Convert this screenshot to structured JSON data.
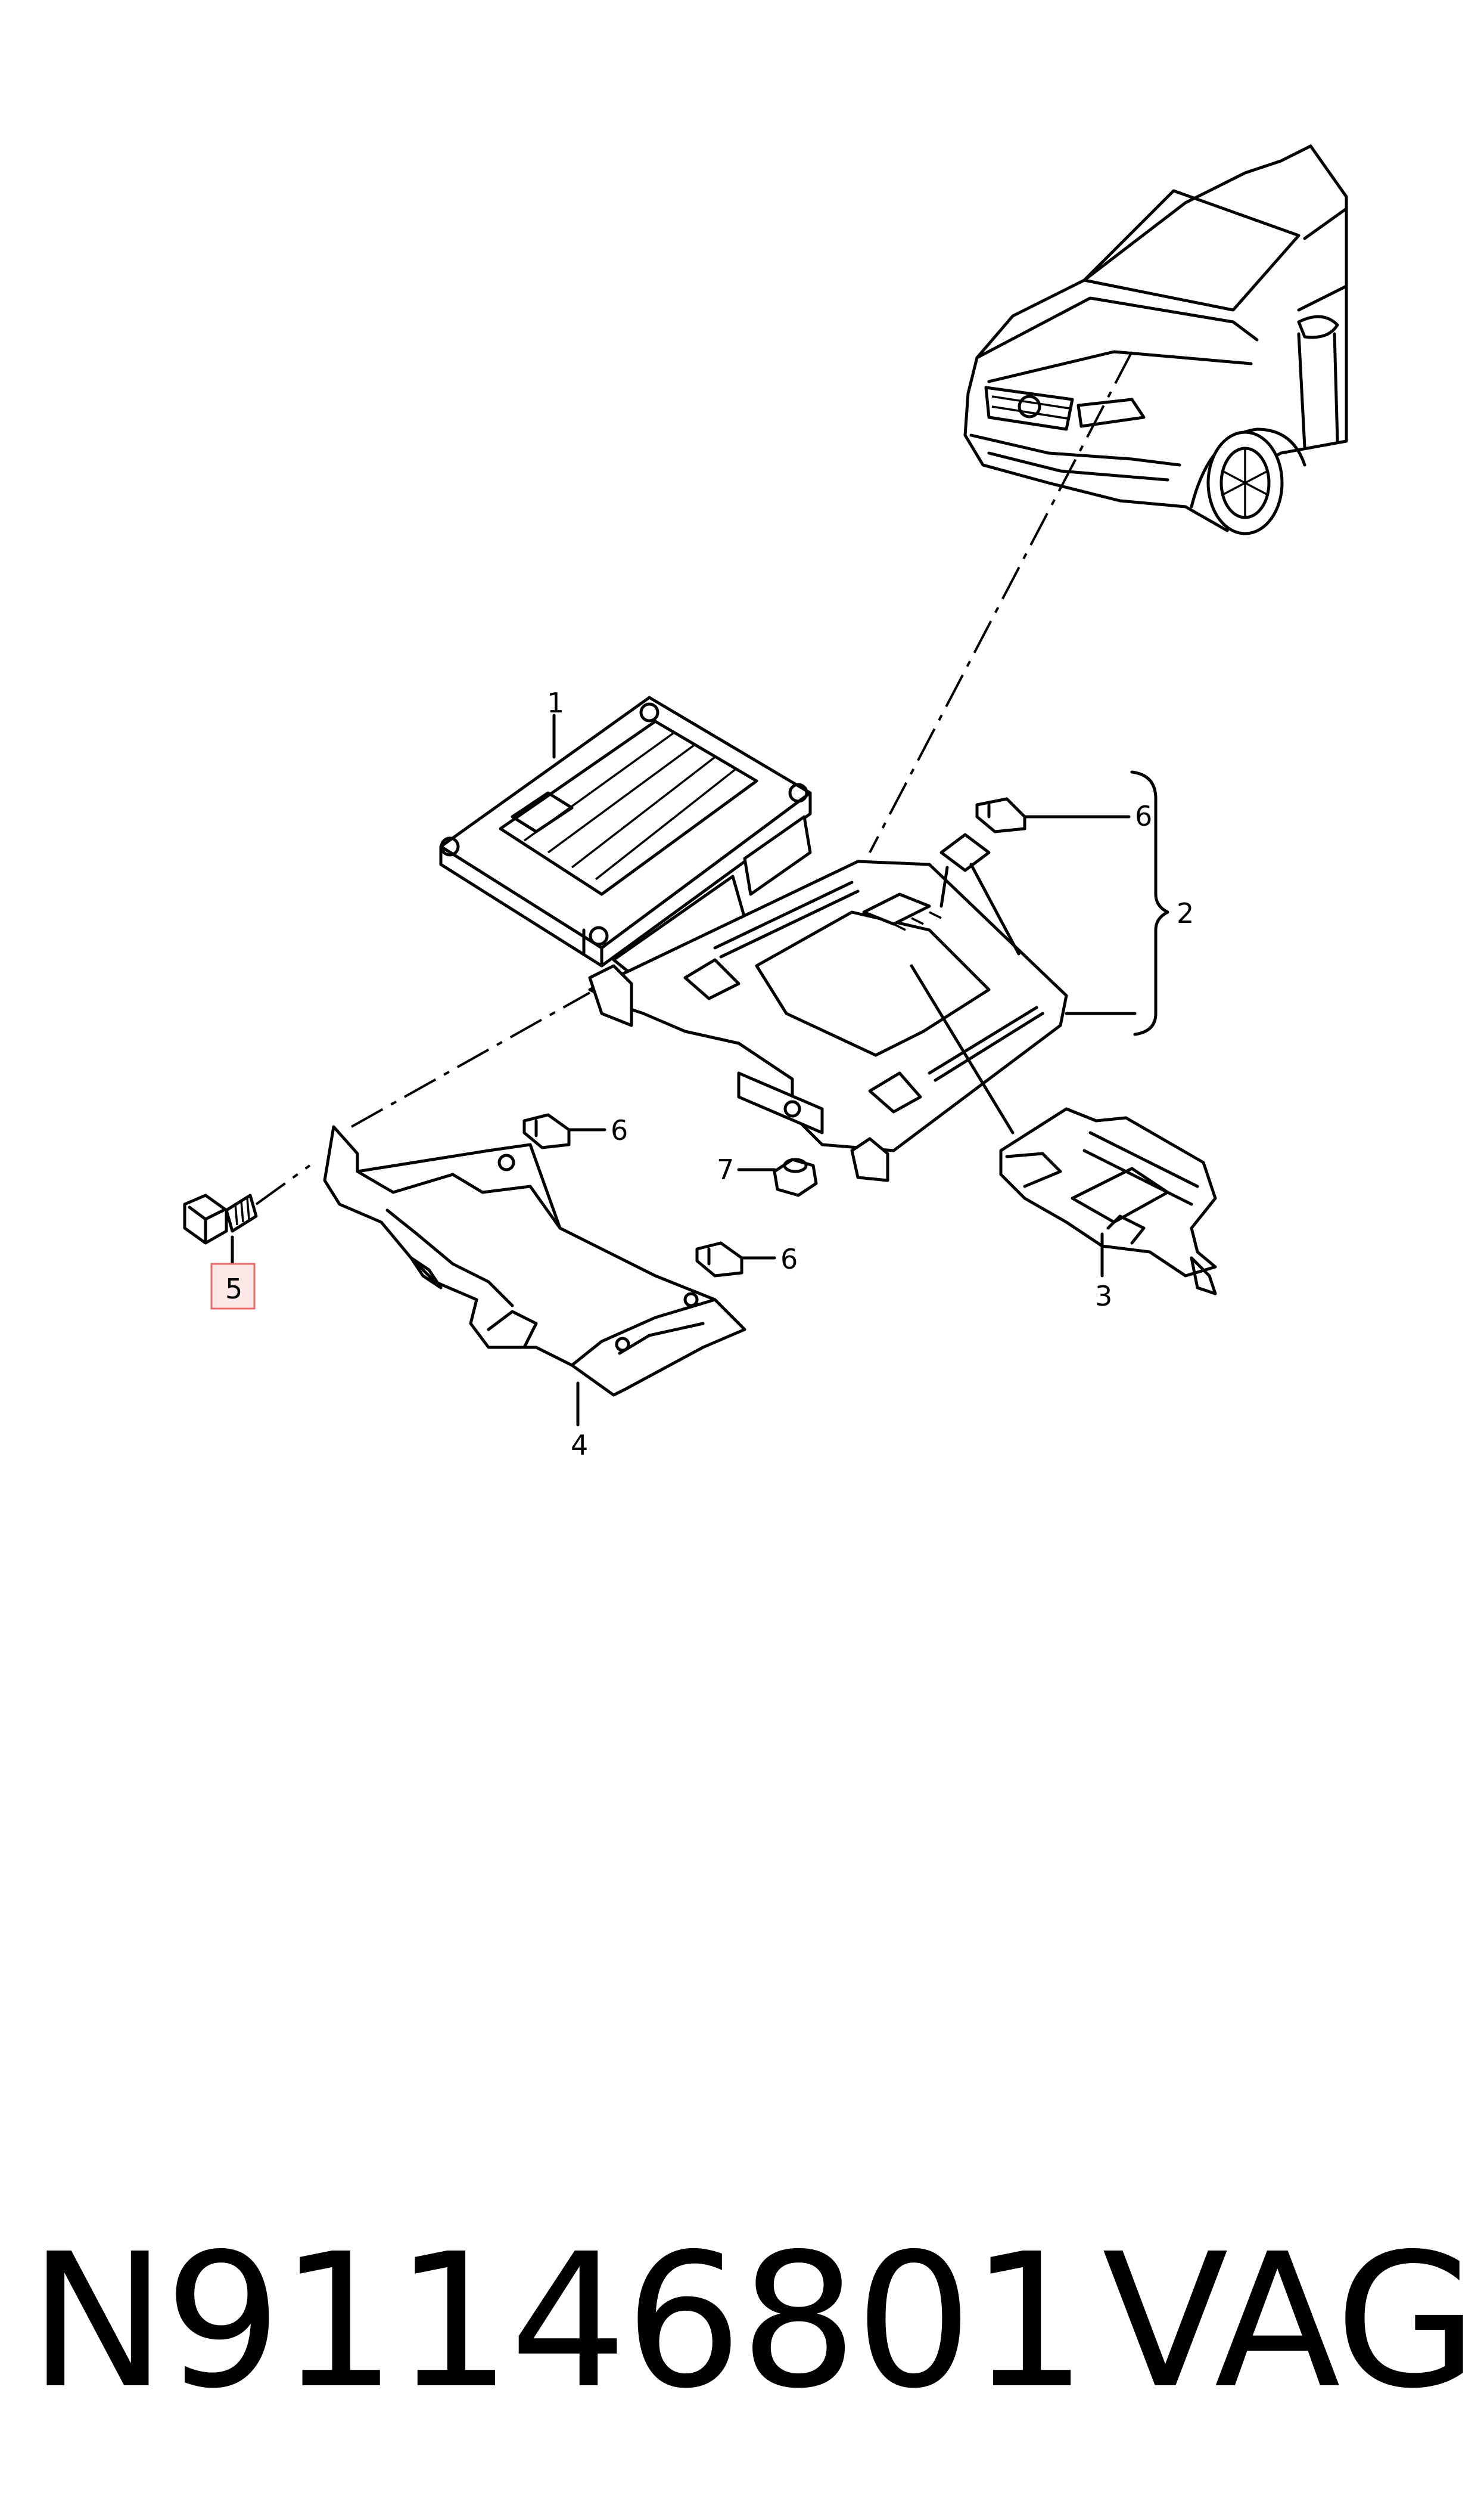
{
  "callouts": {
    "c1": "1",
    "c2": "2",
    "c3": "3",
    "c4": "4",
    "c5": "5",
    "c6a": "6",
    "c6b": "6",
    "c6c": "6",
    "c7": "7"
  },
  "highlight_color": "#e86a6a",
  "highlight_fill": "#fde8e8",
  "footer": {
    "part_number": "N91146801",
    "brand": "VAG"
  }
}
